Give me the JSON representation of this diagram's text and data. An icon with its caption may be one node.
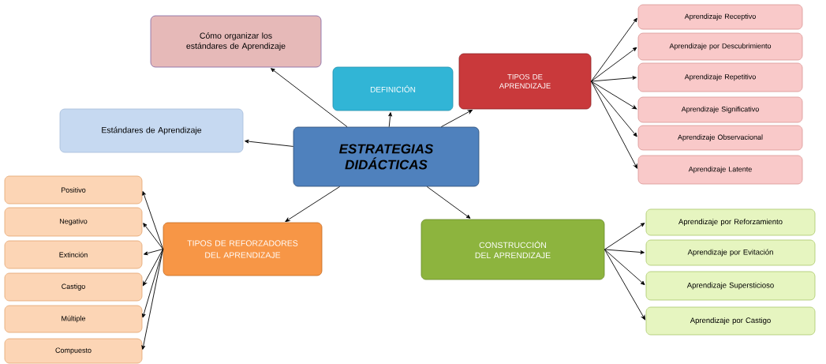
{
  "diagram": {
    "nodes": [
      {
        "text": [
          "ESTRATEGIAS DIDÁCTICAS"
        ]
      },
      {
        "text": [
          "Cómo organizar los estándares de Aprendizaje"
        ]
      },
      {
        "text": [
          "Estándares de Aprendizaje"
        ]
      },
      {
        "text": [
          "DEFINICIÓN"
        ]
      },
      {
        "text": [
          "TIPOS DE APRENDIZAJE"
        ]
      },
      {
        "text": [
          "Aprendizaje Receptivo"
        ]
      },
      {
        "text": [
          "Aprendizaje por Descubrimiento"
        ]
      },
      {
        "text": [
          "Aprendizaje Repetitivo"
        ]
      },
      {
        "text": [
          "Aprendizaje Significativo"
        ]
      },
      {
        "text": [
          "Aprendizaje Observacional"
        ]
      },
      {
        "text": [
          "Aprendizaje Latente"
        ]
      },
      {
        "text": [
          "TIPOS DE REFORZADORES DEL APRENDIZAJE"
        ]
      },
      {
        "text": [
          "Positivo"
        ]
      },
      {
        "text": [
          "Negativo"
        ]
      },
      {
        "text": [
          "Extinción"
        ]
      },
      {
        "text": [
          "Castigo"
        ]
      },
      {
        "text": [
          "Múltiple"
        ]
      },
      {
        "text": [
          "Compuesto"
        ]
      },
      {
        "text": [
          "CONSTRUCCIÓN DEL APRENDIZAJE"
        ]
      },
      {
        "text": [
          "Aprendizaje por Reforzamiento"
        ]
      },
      {
        "text": [
          "Aprendizaje por Evitación"
        ]
      },
      {
        "text": [
          "Aprendizaje Supersticioso"
        ]
      },
      {
        "text": [
          "Aprendizaje por Castigo"
        ]
      }
    ],
    "edges": [
      {
        "from": 0,
        "to": 1,
        "arrow": "to"
      },
      {
        "from": 0,
        "to": 2,
        "arrow": "to"
      },
      {
        "from": 0,
        "to": 3,
        "arrow": "to"
      },
      {
        "from": 0,
        "to": 4,
        "arrow": "to"
      },
      {
        "from": 0,
        "to": 11,
        "arrow": "to"
      },
      {
        "from": 0,
        "to": 18,
        "arrow": "to"
      },
      {
        "from": 4,
        "to": 5,
        "arrow": "to"
      },
      {
        "from": 4,
        "to": 6,
        "arrow": "to"
      },
      {
        "from": 4,
        "to": 7,
        "arrow": "to"
      },
      {
        "from": 4,
        "to": 8,
        "arrow": "to"
      },
      {
        "from": 4,
        "to": 9,
        "arrow": "to"
      },
      {
        "from": 4,
        "to": 10,
        "arrow": "to"
      },
      {
        "from": 11,
        "to": 12,
        "arrow": "to"
      },
      {
        "from": 11,
        "to": 13,
        "arrow": "to"
      },
      {
        "from": 11,
        "to": 14,
        "arrow": "to"
      },
      {
        "from": 11,
        "to": 15,
        "arrow": "to"
      },
      {
        "from": 11,
        "to": 16,
        "arrow": "to"
      },
      {
        "from": 11,
        "to": 17,
        "arrow": "to"
      },
      {
        "from": 18,
        "to": 19,
        "arrow": "to"
      },
      {
        "from": 18,
        "to": 20,
        "arrow": "to"
      },
      {
        "from": 18,
        "to": 21,
        "arrow": "to"
      },
      {
        "from": 18,
        "to": 22,
        "arrow": "to"
      }
    ]
  }
}
